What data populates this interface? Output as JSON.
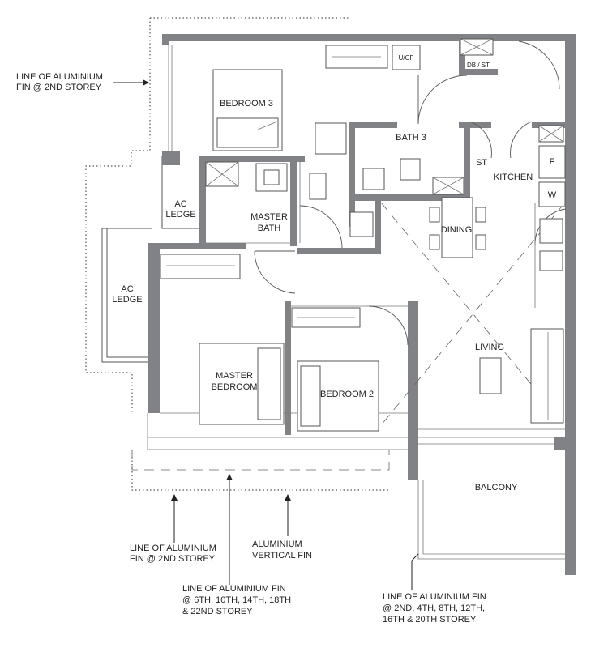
{
  "rooms": {
    "bedroom3": "BEDROOM 3",
    "bath3": "BATH 3",
    "master_bath": [
      "MASTER",
      "BATH"
    ],
    "ac_ledge_upper": [
      "AC",
      "LEDGE"
    ],
    "ac_ledge_left": [
      "AC",
      "LEDGE"
    ],
    "dining": "DINING",
    "kitchen": "KITCHEN",
    "store": "ST",
    "living": "LIVING",
    "master_bedroom": [
      "MASTER",
      "BEDROOM"
    ],
    "bedroom2": "BEDROOM 2",
    "balcony": "BALCONY"
  },
  "fixtures": {
    "ucf": "U/CF",
    "db_st": "DB / ST",
    "fridge": "F",
    "washer": "W"
  },
  "notes": {
    "fin_2nd_top": [
      "LINE OF ALUMINIUM",
      "FIN @ 2ND STOREY"
    ],
    "fin_2nd_bottom": [
      "LINE OF ALUMINIUM",
      "FIN @ 2ND STOREY"
    ],
    "vertical_fin": [
      "ALUMINIUM",
      "VERTICAL FIN"
    ],
    "fin_6th": [
      "LINE OF ALUMINIUM FIN",
      "@ 6TH, 10TH, 14TH, 18TH",
      "& 22ND STOREY"
    ],
    "fin_2nd_4th": [
      "LINE OF ALUMINIUM FIN",
      "@ 2ND, 4TH, 8TH, 12TH,",
      "16TH & 20TH STOREY"
    ]
  }
}
